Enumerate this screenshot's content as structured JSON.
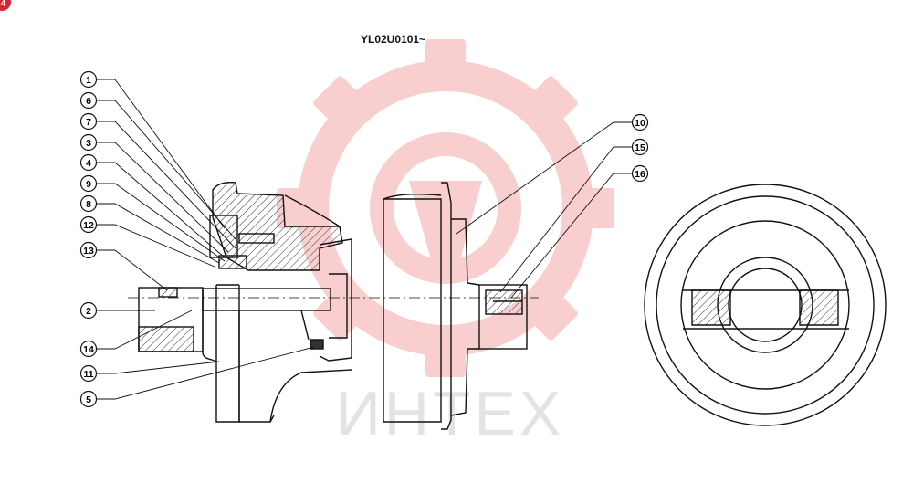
{
  "badge": {
    "text": "4"
  },
  "drawing": {
    "title": "YL02U0101~",
    "callouts": [
      {
        "id": "c1",
        "label": "1"
      },
      {
        "id": "c6",
        "label": "6"
      },
      {
        "id": "c7",
        "label": "7"
      },
      {
        "id": "c3",
        "label": "3"
      },
      {
        "id": "c4",
        "label": "4"
      },
      {
        "id": "c9",
        "label": "9"
      },
      {
        "id": "c8",
        "label": "8"
      },
      {
        "id": "c12",
        "label": "12"
      },
      {
        "id": "c13",
        "label": "13"
      },
      {
        "id": "c2",
        "label": "2"
      },
      {
        "id": "c14",
        "label": "14"
      },
      {
        "id": "c11",
        "label": "11"
      },
      {
        "id": "c5",
        "label": "5"
      },
      {
        "id": "c10",
        "label": "10"
      },
      {
        "id": "c15",
        "label": "15"
      },
      {
        "id": "c16",
        "label": "16"
      }
    ]
  },
  "watermark": {
    "text": "ИНТЕХ",
    "color": "#f6b3b3"
  }
}
